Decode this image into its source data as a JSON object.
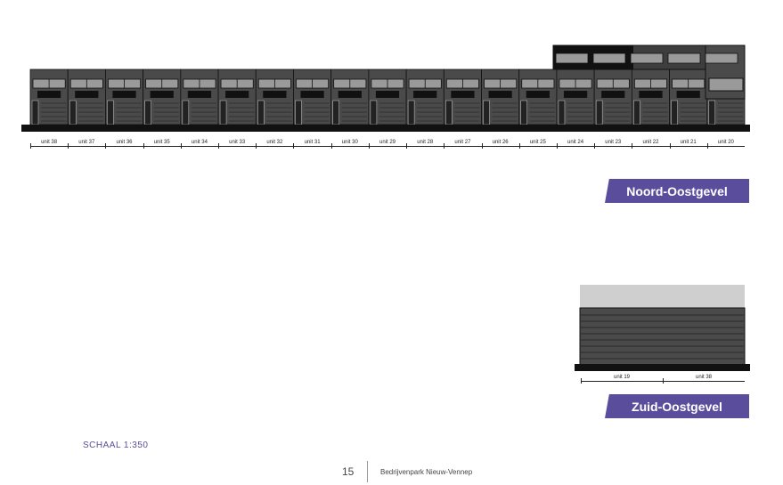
{
  "noord_oost": {
    "units": [
      "unit 38",
      "unit 37",
      "unit 36",
      "unit 35",
      "unit 34",
      "unit 33",
      "unit 32",
      "unit 31",
      "unit 30",
      "unit 29",
      "unit 28",
      "unit 27",
      "unit 26",
      "unit 25",
      "unit 24",
      "unit 23",
      "unit 22",
      "unit 21",
      "unit 20"
    ],
    "label": "Noord-Oostgevel"
  },
  "zuid_oost": {
    "units": [
      "unit 19",
      "unit 38"
    ],
    "label": "Zuid-Oostgevel"
  },
  "scale": "SCHAAL 1:350",
  "footer": {
    "page_number": "15",
    "title": "Bedrijvenpark Nieuw-Vennep"
  },
  "colors": {
    "accent": "#5a4e9c",
    "facade": "#4a4a4a",
    "dark": "#111111",
    "roof": "#cfcfcf"
  }
}
